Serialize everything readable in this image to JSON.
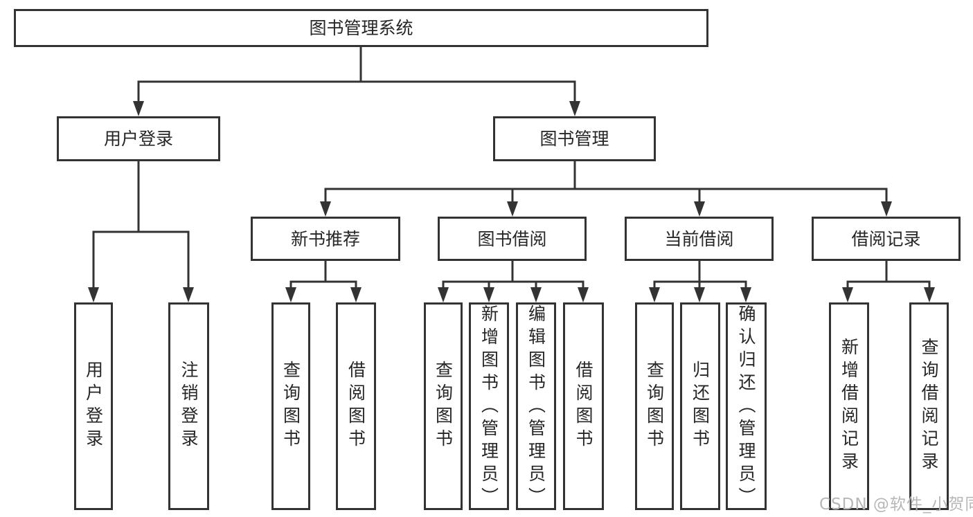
{
  "title": "图书管理系统",
  "colors": {
    "line": "#333333",
    "border": "#333333",
    "box_bg": "#ffffff",
    "text": "#262626",
    "watermark": "#b7b7b7",
    "background": "#ffffff"
  },
  "nodes": {
    "root": {
      "label": "图书管理系统"
    },
    "user_login": {
      "label": "用户登录",
      "children": [
        "用户登录",
        "注销登录"
      ]
    },
    "book_mgmt": {
      "label": "图书管理"
    },
    "new_book_rec": {
      "label": "新书推荐",
      "children": [
        "查询图书",
        "借阅图书"
      ]
    },
    "book_borrow": {
      "label": "图书借阅",
      "children": [
        "查询图书",
        "新增图书（管理员）",
        "编辑图书（管理员）",
        "借阅图书"
      ]
    },
    "current_borrow": {
      "label": "当前借阅",
      "children": [
        "查询图书",
        "归还图书",
        "确认归还（管理员）"
      ]
    },
    "borrow_records": {
      "label": "借阅记录",
      "children": [
        "新增借阅记录",
        "查询借阅记录"
      ]
    }
  },
  "watermark": {
    "text": "CSDN @软件_小贺同学"
  }
}
